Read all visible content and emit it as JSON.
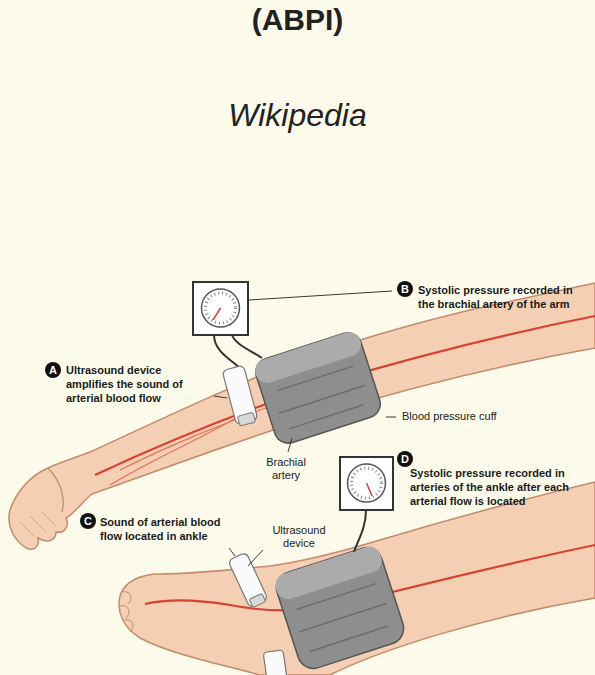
{
  "diagram": {
    "title": "(ABPI)",
    "caption": "Wikipedia",
    "nodes": [
      {
        "text": [
          "B",
          "Systolic pressure recorded in the brachial artery of the arm"
        ]
      },
      {
        "text": [
          "A",
          "Ultrasound device amplifies the sound of arterial blood flow"
        ]
      },
      {
        "text": [
          "D",
          "Systolic pressure recorded in arteries of the ankle after each arterial flow is located"
        ]
      },
      {
        "text": [
          "C",
          "Sound of arterial blood flow located in ankle"
        ]
      }
    ],
    "labels": [
      "Blood pressure cuff",
      "Brachial artery",
      "Ultrasound device"
    ]
  }
}
